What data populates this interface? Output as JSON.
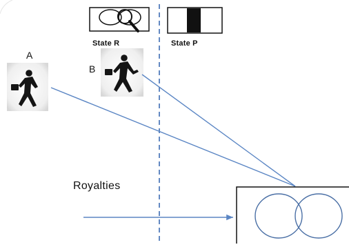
{
  "labels": {
    "state_r": "State R",
    "state_p": "State P",
    "person_a": "A",
    "person_b": "B",
    "royalties": "Royalties"
  },
  "icons": {
    "state_r": "overlapping-circles-magnifier-icon",
    "state_p": "black-bar-patent-icon",
    "person_a": "running-businessman-icon",
    "person_b": "running-businessman-icon",
    "target": "overlapping-circles-icon"
  },
  "colors": {
    "arrow_line": "#5b86c4",
    "dashed_border": "#3d6cb3",
    "outline": "#111111",
    "circle_stroke": "#4a6fa5"
  }
}
